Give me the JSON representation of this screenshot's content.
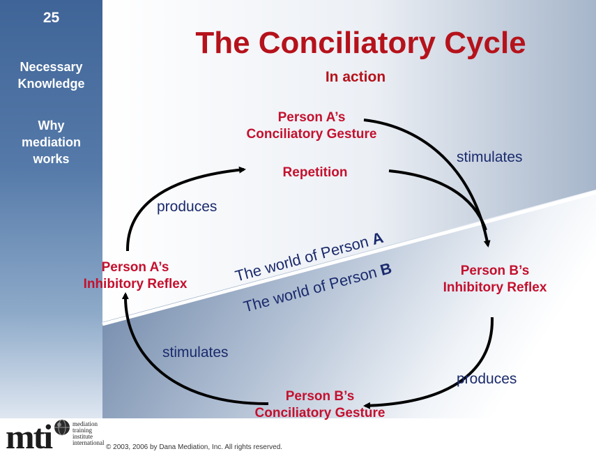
{
  "sidebar": {
    "slide_number": "25",
    "topic": [
      "Necessary",
      "Knowledge"
    ],
    "subtopic": [
      "Why",
      "mediation",
      "works"
    ]
  },
  "title": "The Conciliatory Cycle",
  "subtitle": "In action",
  "nodes": {
    "a_gesture": [
      "Person A’s",
      "Conciliatory Gesture"
    ],
    "repetition": "Repetition",
    "b_reflex": [
      "Person B’s",
      "Inhibitory Reflex"
    ],
    "b_gesture": [
      "Person B’s",
      "Conciliatory Gesture"
    ],
    "a_reflex": [
      "Person A’s",
      "Inhibitory Reflex"
    ]
  },
  "edge_labels": {
    "top_right": "stimulates",
    "bottom_right": "produces",
    "bottom_left": "stimulates",
    "top_left": "produces"
  },
  "worlds": {
    "a_prefix": "The world of Person ",
    "a_letter": "A",
    "b_prefix": "The world of Person ",
    "b_letter": "B"
  },
  "logo": {
    "mark": "mti",
    "words": [
      "mediation",
      "training",
      "institute",
      "international"
    ]
  },
  "footer": "© 2003, 2006 by Dana Mediation, Inc. All rights reserved.",
  "colors": {
    "title": "#b5121b",
    "node": "#c4102e",
    "label": "#1a2a6c",
    "sidebar": "#3f6497"
  }
}
